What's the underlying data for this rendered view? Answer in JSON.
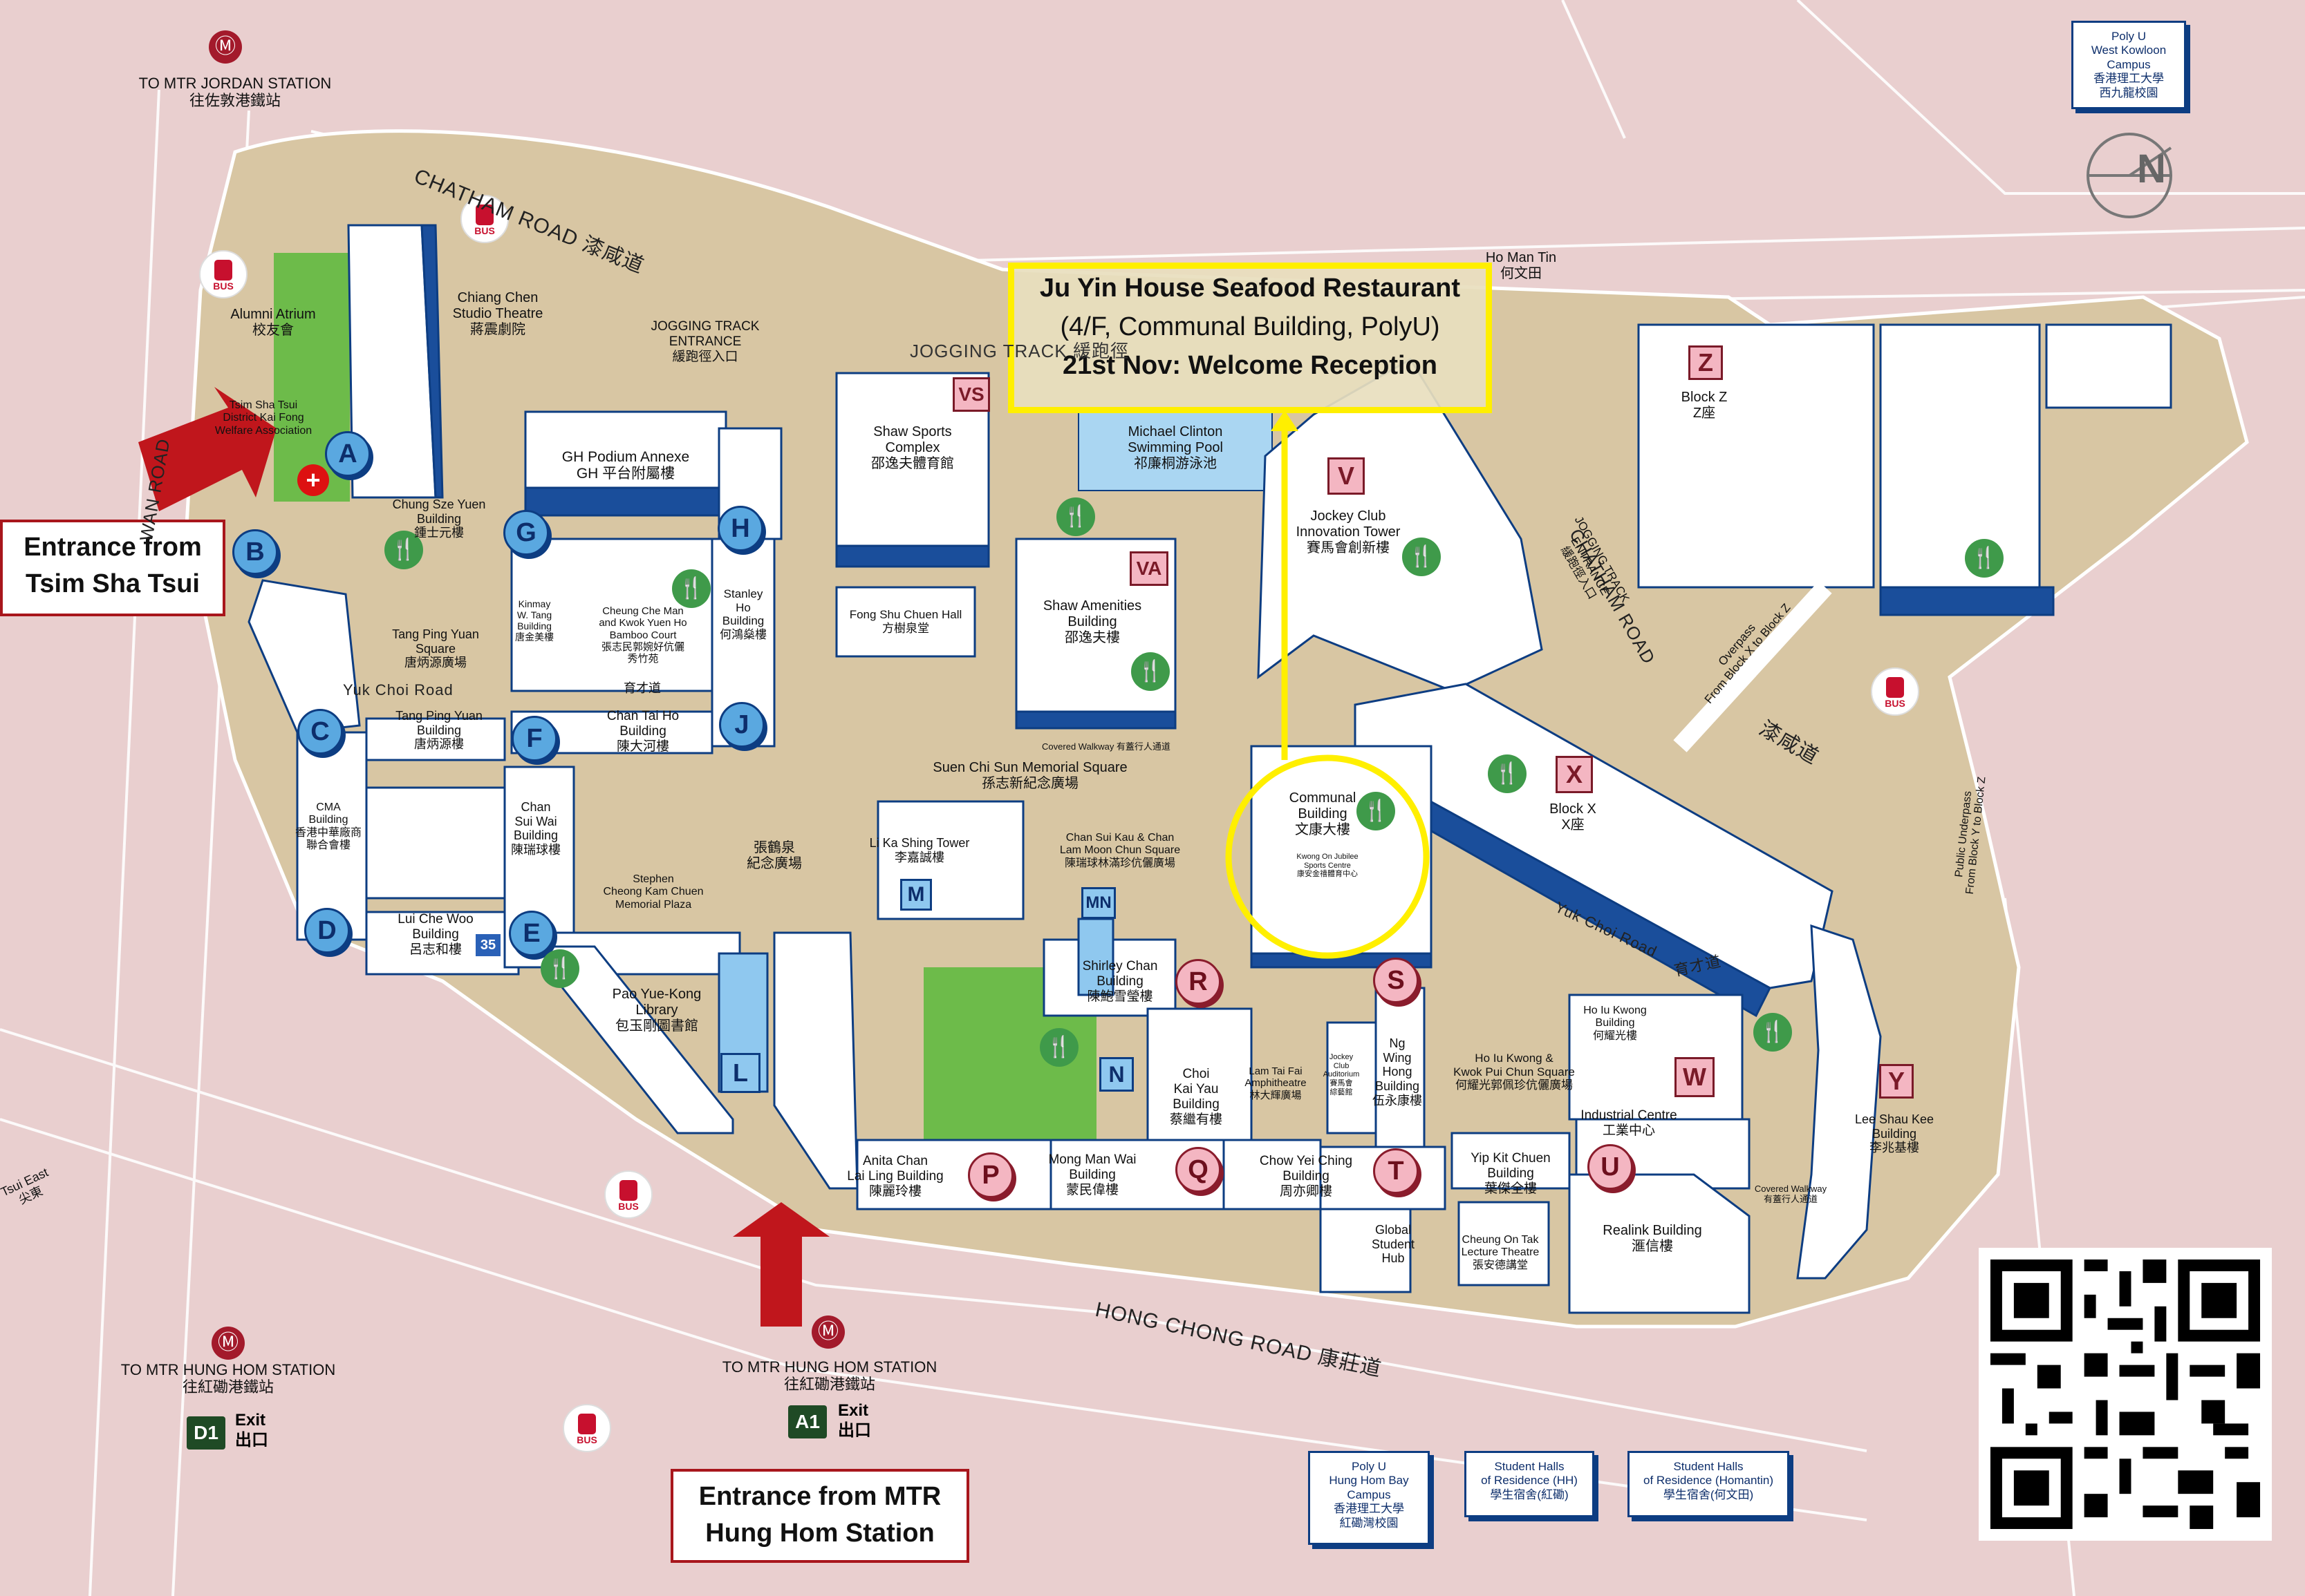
{
  "callout": {
    "line1": "Ju Yin House Seafood Restaurant",
    "line2": "(4/F, Communal Building, PolyU)",
    "line3": "21st Nov: Welcome Reception"
  },
  "entrances": {
    "tst": "Entrance from\nTsim Sha Tsui",
    "hunghom": "Entrance from MTR\nHung Hom Station"
  },
  "stations": {
    "jordan": "TO MTR JORDAN STATION\n往佐敦港鐵站",
    "hunghom_left": "TO MTR HUNG HOM STATION\n往紅磡港鐵站",
    "hunghom_mid": "TO MTR HUNG HOM STATION\n往紅磡港鐵站",
    "d1_code": "D1",
    "d1_label": "Exit\n出口",
    "a1_code": "A1",
    "a1_label": "Exit\n出口"
  },
  "roads": {
    "chatham_top": "CHATHAM  ROAD  漆咸道",
    "chatham_right": "CHATHAM  ROAD",
    "chatham_right_cn": "漆咸道",
    "hong_chong": "HONG  CHONG  ROAD  康莊道",
    "wan": "WAN  ROAD",
    "yuk_choi_left": "Yuk Choi Road",
    "yuk_choi_right": "Yuk Choi Road",
    "yuk_choi_cn": "育才道",
    "ho_man_tin": "Ho Man Tin\n何文田",
    "tsui_east": "Tsui East\n尖東",
    "jogging_track": "JOGGING TRACK  緩跑徑"
  },
  "infoboxes": {
    "west_kowloon": "Poly U\nWest Kowloon\nCampus\n香港理工大學\n西九龍校園",
    "hung_hom_bay": "Poly U\nHung Hom Bay\nCampus\n香港理工大學\n紅磡灣校園",
    "halls_hh": "Student Halls\nof Residence (HH)\n學生宿舍(紅磡)",
    "halls_homantin": "Student Halls\nof Residence (Homantin)\n學生宿舍(何文田)"
  },
  "north": "N",
  "bus_label": "BUS",
  "circle_markers": [
    "A",
    "B",
    "C",
    "D",
    "E",
    "F",
    "G",
    "H",
    "J"
  ],
  "red_markers": [
    "P",
    "Q",
    "R",
    "S",
    "T",
    "U"
  ],
  "square_markers_blue": [
    "L",
    "M",
    "MN",
    "N"
  ],
  "square_markers_red": [
    "VS",
    "VA",
    "V",
    "X",
    "Z",
    "W",
    "Y"
  ],
  "buildings": {
    "alumni": "Alumni Atrium\n校友會",
    "tst_kaifong": "Tsim Sha Tsui\nDistrict Kai Fong\nWelfare Association",
    "chiang_chen": "Chiang Chen\nStudio Theatre\n蔣震劇院",
    "jogging_entrance": "JOGGING TRACK\nENTRANCE\n緩跑徑入口",
    "jogging_entrance_right": "JOGGING TRACK\nENTRANCE\n緩跑徑入口",
    "gh_podium": "GH Podium Annexe\nGH 平台附屬樓",
    "chung_sze_yuen": "Chung Sze Yuen\nBuilding\n鍾士元樓",
    "tang_ping_yuan_sq": "Tang Ping Yuan\nSquare\n唐炳源廣場",
    "kinmay": "Kinmay\nW. Tang\nBuilding\n唐金美樓",
    "cheung_che_man": "Cheung Che Man\nand Kwok Yuen Ho\nBamboo Court\n張志民郭婉好伉儷\n秀竹苑",
    "stanley_ho": "Stanley\nHo\nBuilding\n何鴻燊樓",
    "shaw_sports": "Shaw Sports\nComplex\n邵逸夫體育館",
    "michael_clinton": "Michael Clinton\nSwimming Pool\n祁廉桐游泳池",
    "jockey_innovation": "Jockey Club\nInnovation Tower\n賽馬會創新樓",
    "block_z": "Block Z\nZ座",
    "fong_shu_chuen": "Fong Shu Chuen Hall\n方樹泉堂",
    "shaw_amenities": "Shaw Amenities\nBuilding\n邵逸夫樓",
    "yuk_choi_cn": "育才道",
    "tang_ping_yuan_bldg": "Tang Ping Yuan\nBuilding\n唐炳源樓",
    "chan_tai_ho": "Chan Tai Ho\nBuilding\n陳大河樓",
    "covered_walkway": "Covered Walkway  有蓋行人通道",
    "suen_chi_sun": "Suen Chi Sun Memorial Square\n孫志新紀念廣場",
    "communal": "Communal\nBuilding\n文康大樓",
    "kwong_on": "Kwong On Jubilee\nSports Centre\n康安金禧體育中心",
    "block_x": "Block X\nX座",
    "cma": "CMA\nBuilding\n香港中華廠商\n聯合會樓",
    "chan_sui_wai": "Chan\nSui Wai\nBuilding\n陳瑞球樓",
    "cheung_square": "張鶴泉\n紀念廣場",
    "stephen_cheong": "Stephen\nCheong Kam Chuen\nMemorial Plaza",
    "li_ka_shing": "Li Ka Shing Tower\n李嘉誠樓",
    "chan_sui_kau": "Chan Sui Kau & Chan\nLam Moon Chun Square\n陳瑞球林滿珍伉儷廣場",
    "lui_che_woo": "Lui Che Woo\nBuilding\n呂志和樓",
    "pao_yue_kong": "Pao Yue-Kong\nLibrary\n包玉剛圖書館",
    "shirley_chan": "Shirley Chan\nBuilding\n陳鮑雪瑩樓",
    "choi_kai_yau": "Choi\nKai Yau\nBuilding\n蔡繼有樓",
    "lam_tai_fai": "Lam Tai Fai\nAmphitheatre\n林大輝廣場",
    "jockey_auditorium": "Jockey\nClub\nAuditorium\n賽馬會\n綜藝館",
    "ng_wing_hong": "Ng\nWing\nHong\nBuilding\n伍永康樓",
    "ho_iu_kwong_sq": "Ho Iu Kwong &\nKwok Pui Chun Square\n何耀光郭佩珍伉儷廣場",
    "ho_iu_kwong": "Ho Iu Kwong\nBuilding\n何耀光樓",
    "industrial_centre": "Industrial Centre\n工業中心",
    "lee_shau_kee": "Lee Shau Kee\nBuilding\n李兆基樓",
    "anita_chan": "Anita Chan\nLai Ling Building\n陳麗玲樓",
    "mong_man_wai": "Mong Man Wai\nBuilding\n蒙民偉樓",
    "chow_yei_ching": "Chow Yei Ching\nBuilding\n周亦卿樓",
    "global_student_hub": "Global\nStudent\nHub",
    "yip_kit_chuen": "Yip Kit Chuen\nBuilding\n葉傑全樓",
    "cheung_on_tak": "Cheung On Tak\nLecture Theatre\n張安德講堂",
    "realink": "Realink Building\n滙信樓",
    "overpass": "Overpass\nFrom Block X to Block Z",
    "underpass": "Public Underpass\nFrom Block Y to Block Z",
    "covered_walkway_right": "Covered Walkway\n有蓋行人通道"
  },
  "icons": {
    "dining": "dining-icon",
    "toilet": "toilet-icon",
    "accessible": "accessible-icon",
    "mtr": "mtr-icon",
    "bus": "bus-icon",
    "first_aid": "first-aid-icon",
    "atm": "atm-icon",
    "convenience_24": "24h-icon",
    "taxi": "taxi-icon",
    "north_arrow": "north-arrow-icon"
  },
  "colors": {
    "background": "#e9cfcf",
    "campus": "#d8c6a3",
    "building": "#ffffff",
    "building_edge": "#0d3d82",
    "marker_blue": "#5aa8e0",
    "marker_red": "#f4b6c2",
    "entrance_arrow": "#c0161c",
    "callout_border": "#ffef00",
    "lawn": "#6dbb4a"
  }
}
